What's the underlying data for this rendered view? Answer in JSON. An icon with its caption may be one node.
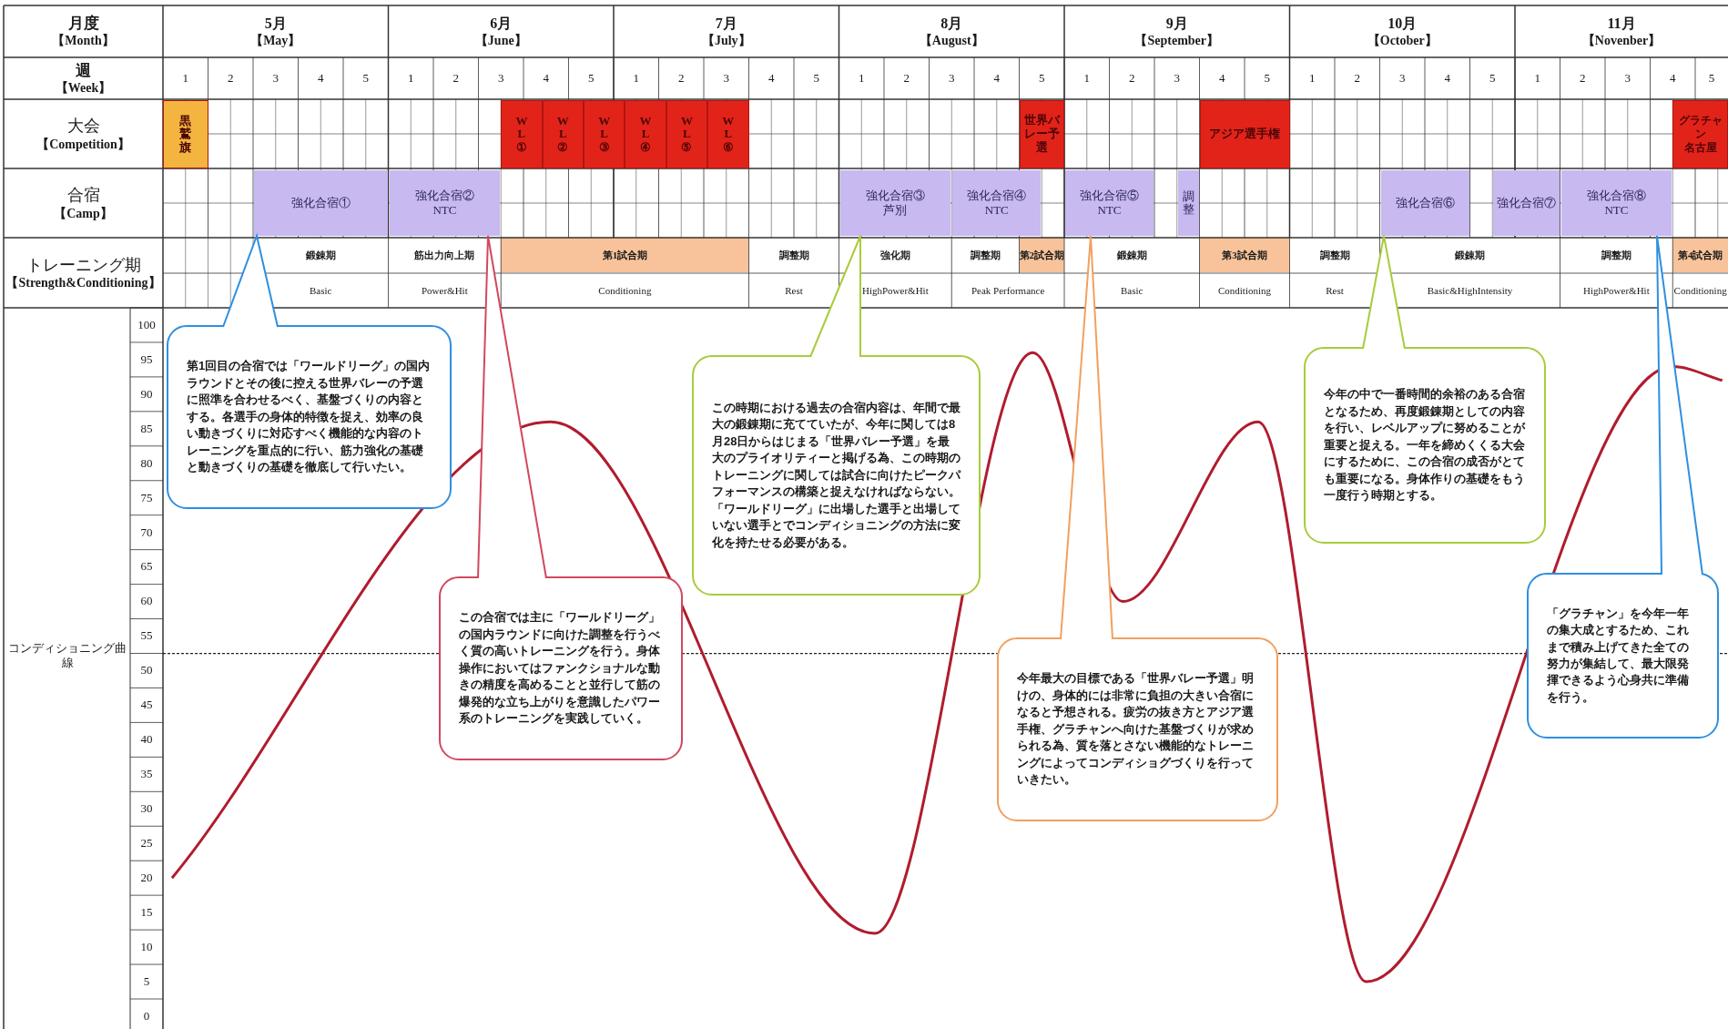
{
  "diagram": {
    "nodes": [
      {
        "text": [
          "黒鷲旗"
        ]
      },
      {
        "text": [
          "WL①"
        ]
      },
      {
        "text": [
          "WL②"
        ]
      },
      {
        "text": [
          "WL③"
        ]
      },
      {
        "text": [
          "WL④"
        ]
      },
      {
        "text": [
          "WL⑤"
        ]
      },
      {
        "text": [
          "WL⑥"
        ]
      },
      {
        "text": [
          "世界バレー予選"
        ]
      },
      {
        "text": [
          "アジア選手権"
        ]
      },
      {
        "text": [
          "グラチャン",
          "名古屋"
        ]
      },
      {
        "text": [
          "強化合宿①"
        ]
      },
      {
        "text": [
          "強化合宿②",
          "NTC"
        ]
      },
      {
        "text": [
          "強化合宿③",
          "芦別"
        ]
      },
      {
        "text": [
          "強化合宿④",
          "NTC"
        ]
      },
      {
        "text": [
          "強化合宿⑤",
          "NTC"
        ]
      },
      {
        "text": [
          "調整"
        ]
      },
      {
        "text": [
          "強化合宿⑥"
        ]
      },
      {
        "text": [
          "強化合宿⑦"
        ]
      },
      {
        "text": [
          "強化合宿⑧",
          "NTC"
        ]
      },
      {
        "text": [
          "第1回目の合宿では「ワールドリーグ」の国内ラウンドとその後に控える世界バレーの予選に照準を合わせるべく、基盤づくりの内容とする。各選手の身体的特徴を捉え、効率の良い動きづくりに対応すべく機能的な内容のトレーニングを重点的に行い、筋力強化の基礎と動きづくりの基礎を徹底して行いたい。"
        ]
      },
      {
        "text": [
          "この合宿では主に「ワールドリーグ」の国内ラウンドに向けた調整を行うべく質の高いトレーニングを行う。身体操作においてはファンクショナルな動きの精度を高めることと並行して筋の爆発的な立ち上がりを意識したパワー系のトレーニングを実践していく。"
        ]
      },
      {
        "text": [
          "この時期における過去の合宿内容は、年間で最大の鍛錬期に充てていたが、今年に関しては8月28日からはじまる「世界バレー予選」を最大のプライオリティーと掲げる為、この時期のトレーニングに関しては試合に向けたピークパフォーマンスの構築と捉えなければならない。「ワールドリーグ」に出場した選手と出場していない選手とでコンディショニングの方法に変化を持たせる必要がある。"
        ]
      },
      {
        "text": [
          "今年最大の目標である「世界バレー予選」明けの、身体的には非常に負担の大きい合宿になると予想される。疲労の抜き方とアジア選手権、グラチャンへ向けた基盤づくりが求められる為、質を落とさない機能的なトレーニングによってコンディショグづくりを行っていきたい。"
        ]
      },
      {
        "text": [
          "今年の中で一番時間的余裕のある合宿となるため、再度鍛錬期としての内容を行い、レベルアップに努めることが重要と捉える。一年を締めくくる大会にするために、この合宿の成否がとても重要になる。身体作りの基礎をもう一度行う時期とする。"
        ]
      },
      {
        "text": [
          "「グラチャン」を今年一年の集大成とするため、これまで積み上げてきた全ての努力が集結して、最大限発揮できるよう心身共に準備を行う。"
        ]
      }
    ],
    "edges": [
      {
        "from": 19,
        "to": 10,
        "arrow": "none",
        "color": "#2f8fe0"
      },
      {
        "from": 20,
        "to": 11,
        "arrow": "none",
        "color": "#d2485e"
      },
      {
        "from": 21,
        "to": 12,
        "arrow": "none",
        "color": "#a8cc3c"
      },
      {
        "from": 22,
        "to": 14,
        "arrow": "none",
        "color": "#f0a060"
      },
      {
        "from": 23,
        "to": 16,
        "arrow": "none",
        "color": "#a8cc3c"
      },
      {
        "from": 24,
        "to": 18,
        "arrow": "none",
        "color": "#2f8fe0"
      }
    ],
    "labels": [
      "月度",
      "【Month】",
      "5月",
      "【May】",
      "6月",
      "【June】",
      "7月",
      "【July】",
      "8月",
      "【August】",
      "9月",
      "【September】",
      "10月",
      "【October】",
      "11月",
      "【Novenber】",
      "週",
      "【Week】",
      "1",
      "2",
      "3",
      "4",
      "5",
      "1",
      "2",
      "3",
      "4",
      "5",
      "1",
      "2",
      "3",
      "4",
      "5",
      "1",
      "2",
      "3",
      "4",
      "5",
      "1",
      "2",
      "3",
      "4",
      "5",
      "1",
      "2",
      "3",
      "4",
      "5",
      "1",
      "2",
      "3",
      "4",
      "5",
      "大会",
      "【Competition】",
      "合宿",
      "【Camp】",
      "トレーニング期",
      "【Strength&Conditioning】",
      "鍛錬期",
      "筋出力向上期",
      "第1試合期",
      "調整期",
      "強化期",
      "調整期",
      "第2試合期",
      "鍛錬期",
      "第3試合期",
      "調整期",
      "鍛錬期",
      "調整期",
      "第4試合期",
      "Basic",
      "Power&Hit",
      "Conditioning",
      "Rest",
      "HighPower&Hit",
      "Peak Performance",
      "Basic",
      "Conditioning",
      "Rest",
      "Basic&HighIntensity",
      "HighPower&Hit",
      "Conditioning",
      "100",
      "95",
      "90",
      "85",
      "80",
      "75",
      "70",
      "65",
      "60",
      "55",
      "50",
      "45",
      "40",
      "35",
      "30",
      "25",
      "20",
      "15",
      "10",
      "5",
      "0",
      "コンディショニング曲線"
    ]
  }
}
